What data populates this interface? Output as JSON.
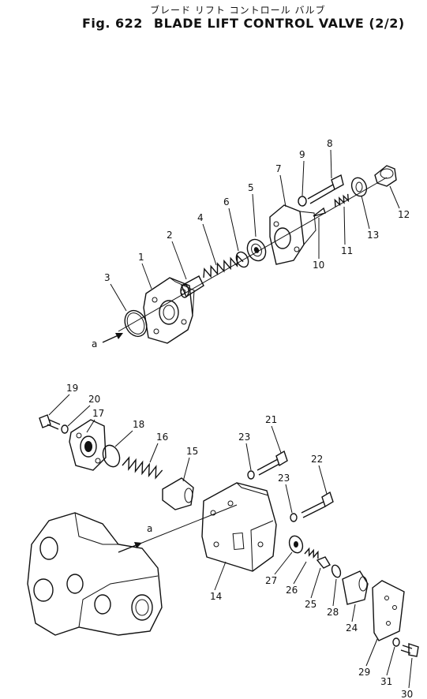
{
  "title": {
    "japanese": "ブレード リフト コントロール バルブ",
    "fig_label": "Fig. 622",
    "name": "BLADE LIFT CONTROL VALVE (2/2)"
  },
  "callouts": {
    "p1": "1",
    "p2": "2",
    "p3": "3",
    "p4": "4",
    "p5": "5",
    "p6": "6",
    "p7": "7",
    "p8": "8",
    "p9": "9",
    "p10": "10",
    "p11": "11",
    "p12": "12",
    "p13": "13",
    "p14": "14",
    "p15": "15",
    "p16": "16",
    "p17": "17",
    "p18": "18",
    "p19": "19",
    "p20": "20",
    "p21": "21",
    "p22": "22",
    "p23a": "23",
    "p23b": "23",
    "p24": "24",
    "p25": "25",
    "p26": "26",
    "p27": "27",
    "p28": "28",
    "p29": "29",
    "p30": "30",
    "p31": "31",
    "ref_a": "a",
    "ref_b": "a"
  }
}
